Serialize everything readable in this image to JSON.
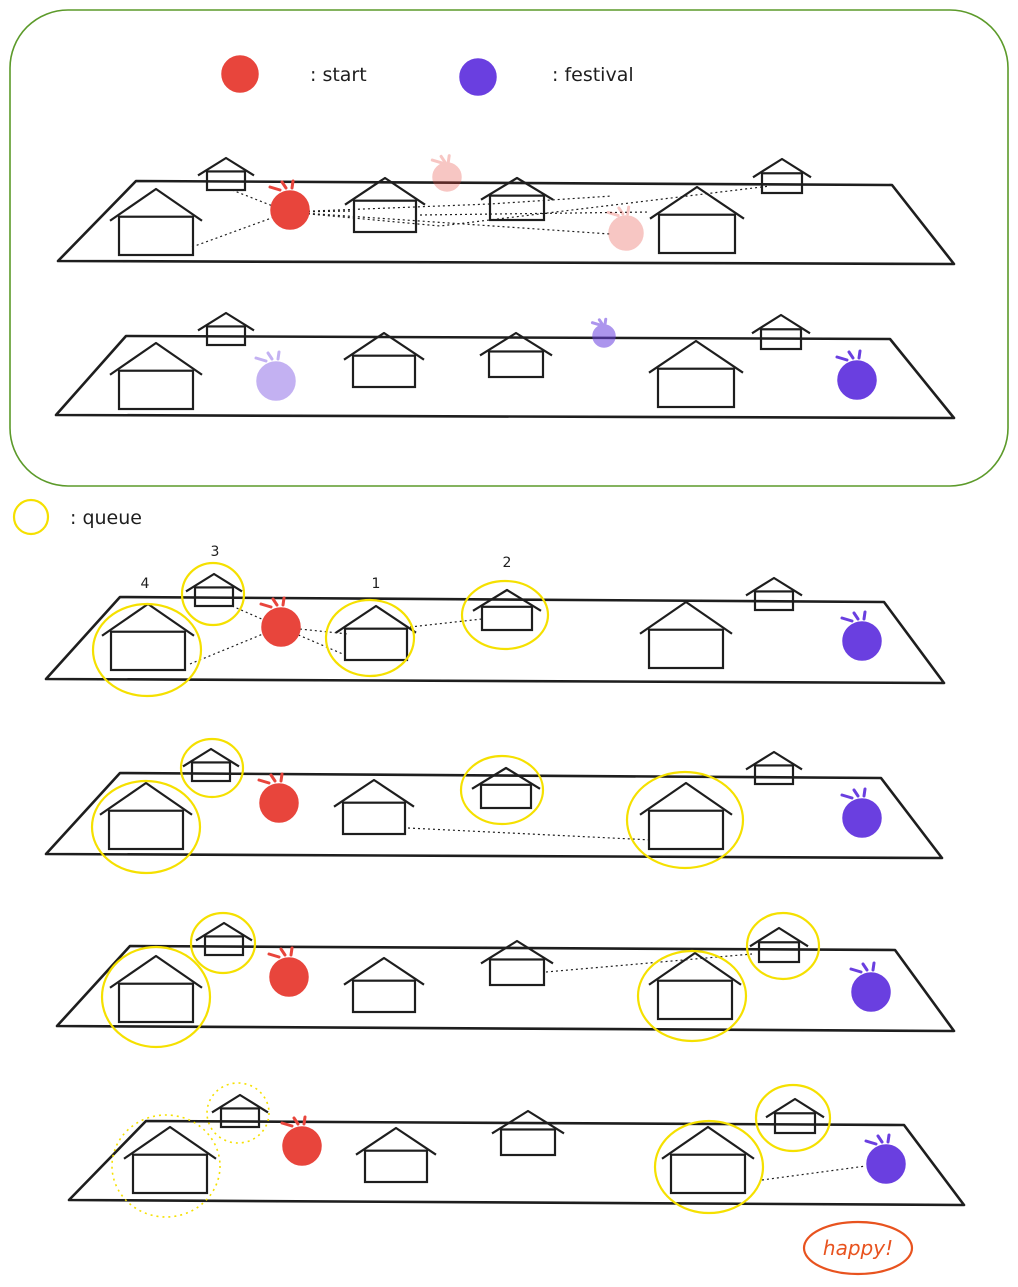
{
  "legend": {
    "start_label": ": start",
    "festival_label": ": festival",
    "queue_label": ": queue"
  },
  "step_numbers": [
    "4",
    "3",
    "1",
    "2"
  ],
  "ending": "happy!",
  "colors": {
    "start": "#e8453c",
    "festival": "#6a3fe0",
    "queue": "#f5e000",
    "frame": "#5c9a2a",
    "happy": "#e8531f",
    "ink": "#1e1e1e"
  }
}
